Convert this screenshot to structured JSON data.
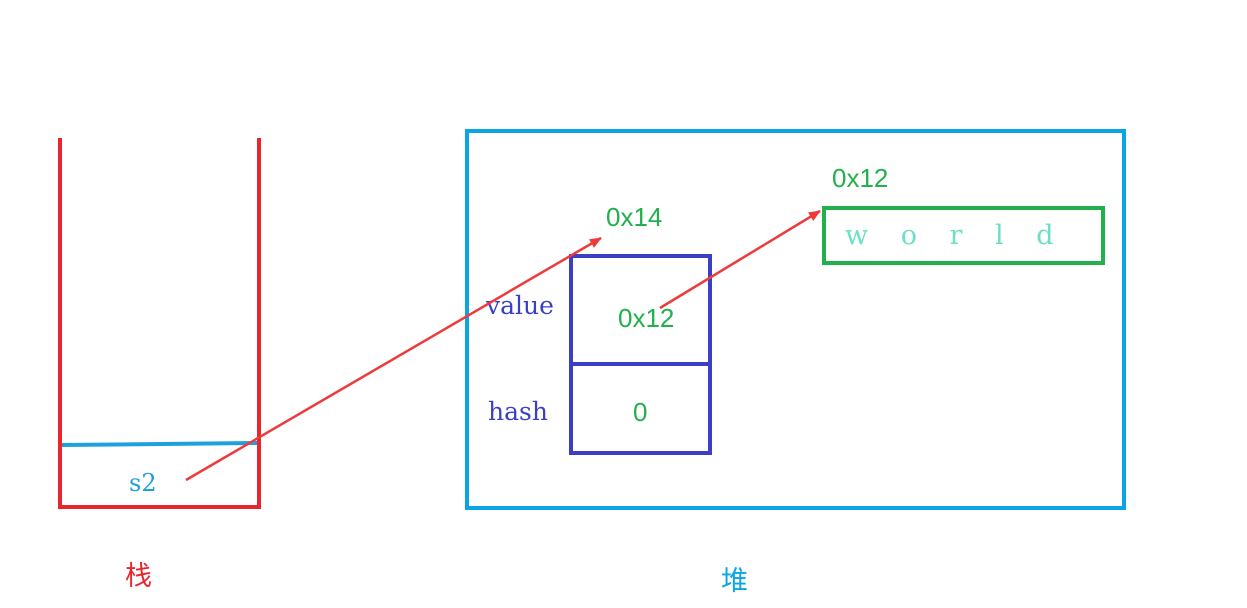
{
  "stack": {
    "label": "栈",
    "variable": "s2",
    "color": "#e8262d",
    "slot_color": "#1ea0de"
  },
  "heap": {
    "label": "堆",
    "color": "#0aa5e4"
  },
  "string_object": {
    "address": "0x14",
    "value_label": "value",
    "value_content": "0x12",
    "hash_label": "hash",
    "hash_content": "0",
    "box_color": "#3b3fc4"
  },
  "char_array": {
    "address": "0x12",
    "content": "w o r l d",
    "box_color": "#21b04b",
    "text_color": "#6ce0c6"
  },
  "address_color": "#21b04b",
  "arrow_color": "#ee3a3a"
}
